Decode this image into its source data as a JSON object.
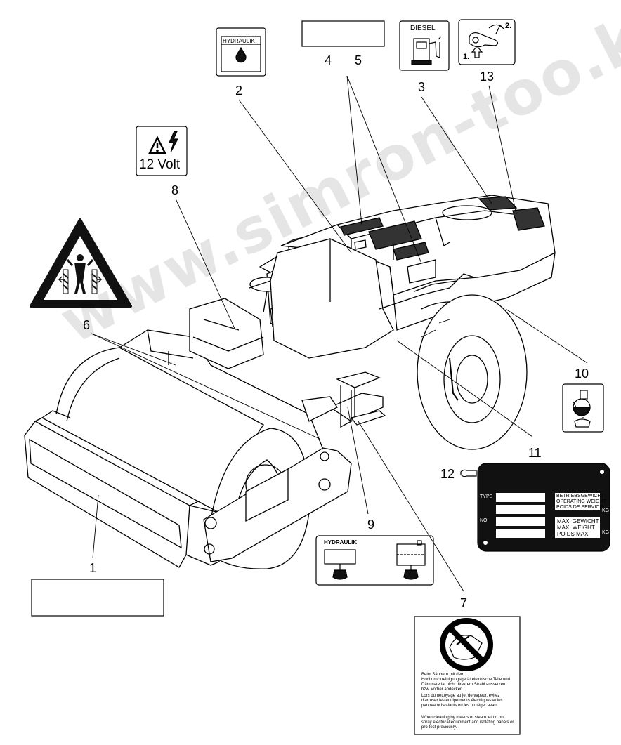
{
  "corner_mark": "",
  "watermark": "www.simron-too.kz",
  "callouts": {
    "n1": "1",
    "n2": "2",
    "n3": "3",
    "n4": "4",
    "n5": "5",
    "n6": "6",
    "n7": "7",
    "n8": "8",
    "n9": "9",
    "n10": "10",
    "n11": "11",
    "n12": "12",
    "n13": "13"
  },
  "decals": {
    "hydraulik_label": "HYDRAULIK",
    "diesel_label": "DIESEL",
    "volt_label": "12 Volt",
    "step_1": "1.",
    "step_2": "2.",
    "hydraulik9_label": "HYDRAULIK"
  },
  "plate": {
    "type": "TYPE",
    "no": "NO",
    "kg1": "KG",
    "kg2": "KG",
    "op_line1": "BETRIEBSGEWICHT",
    "op_line2": "OPERATING WEIGHT",
    "op_line3": "POIDS DE SERVICE",
    "max_line1": "MAX. GEWICHT",
    "max_line2": "MAX. WEIGHT",
    "max_line3": "POIDS MAX."
  },
  "warning7": {
    "de": "Beim Säubern mit dem Hochdruckreinigungsgerät elektrische Teile und Dämmaterial nicht direktem Strahl aussetzen bzw. vorher abdecken.",
    "fr": "Lors du nettoyage au jet de vapeur, évitez d'arroser les équipements électriques et les panneaux iso-lants ou les protéger avant.",
    "en": "When cleaning by means of steam jet do not spray electrical equipment and isolating panels or pro-tect previously."
  },
  "colors": {
    "line": "#000000",
    "dark": "#1a1a1a",
    "watermark": "#c8c8c8"
  }
}
